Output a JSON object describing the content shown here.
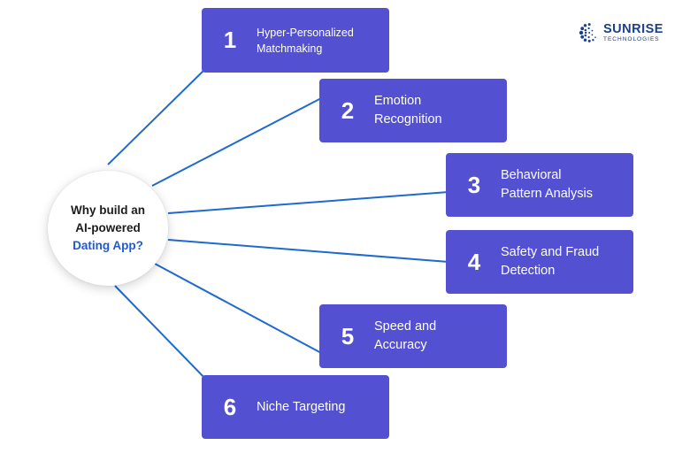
{
  "center": {
    "line1": "Why build an",
    "line2": "AI-powered",
    "line3": "Dating App?"
  },
  "items": [
    {
      "number": "1",
      "label": "Hyper-Personalized\nMatchmaking"
    },
    {
      "number": "2",
      "label": "Emotion\nRecognition"
    },
    {
      "number": "3",
      "label": "Behavioral\nPattern Analysis"
    },
    {
      "number": "4",
      "label": "Safety and Fraud\nDetection"
    },
    {
      "number": "5",
      "label": "Speed and\nAccuracy"
    },
    {
      "number": "6",
      "label": "Niche Targeting"
    }
  ],
  "logo": {
    "name": "SUNRISE",
    "subtitle": "TECHNOLOGIES",
    "icon": "sunrise-logo-icon"
  },
  "colors": {
    "card": "#5350d1",
    "connector": "#1e6ad0",
    "accent_text": "#1e5ad6",
    "logo": "#1b3f8f"
  }
}
